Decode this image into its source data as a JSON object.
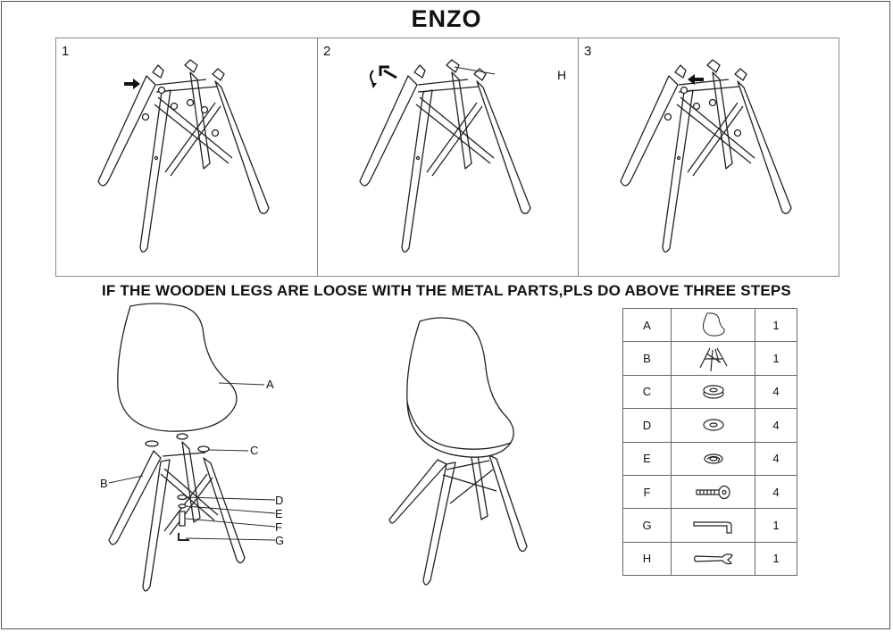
{
  "title": "ENZO",
  "steps": [
    {
      "number": "1",
      "icon": "push-arrow-icon"
    },
    {
      "number": "2",
      "icon": "allen-key-turn-icon",
      "label": "H"
    },
    {
      "number": "3",
      "icon": "pull-arrow-icon"
    }
  ],
  "instruction": "IF THE WOODEN LEGS ARE LOOSE WITH THE METAL PARTS,PLS DO ABOVE THREE STEPS",
  "assembly_callouts": {
    "a": "A",
    "b": "B",
    "c": "C",
    "d": "D",
    "e": "E",
    "f": "F",
    "g": "G"
  },
  "parts": [
    {
      "letter": "A",
      "icon": "chair-seat-icon",
      "qty": "1"
    },
    {
      "letter": "B",
      "icon": "leg-base-icon",
      "qty": "1"
    },
    {
      "letter": "C",
      "icon": "spacer-icon",
      "qty": "4"
    },
    {
      "letter": "D",
      "icon": "washer-icon",
      "qty": "4"
    },
    {
      "letter": "E",
      "icon": "spring-washer-icon",
      "qty": "4"
    },
    {
      "letter": "F",
      "icon": "bolt-icon",
      "qty": "4"
    },
    {
      "letter": "G",
      "icon": "allen-key-icon",
      "qty": "1"
    },
    {
      "letter": "H",
      "icon": "wrench-icon",
      "qty": "1"
    }
  ],
  "colors": {
    "line": "#222222",
    "border": "#888888"
  }
}
